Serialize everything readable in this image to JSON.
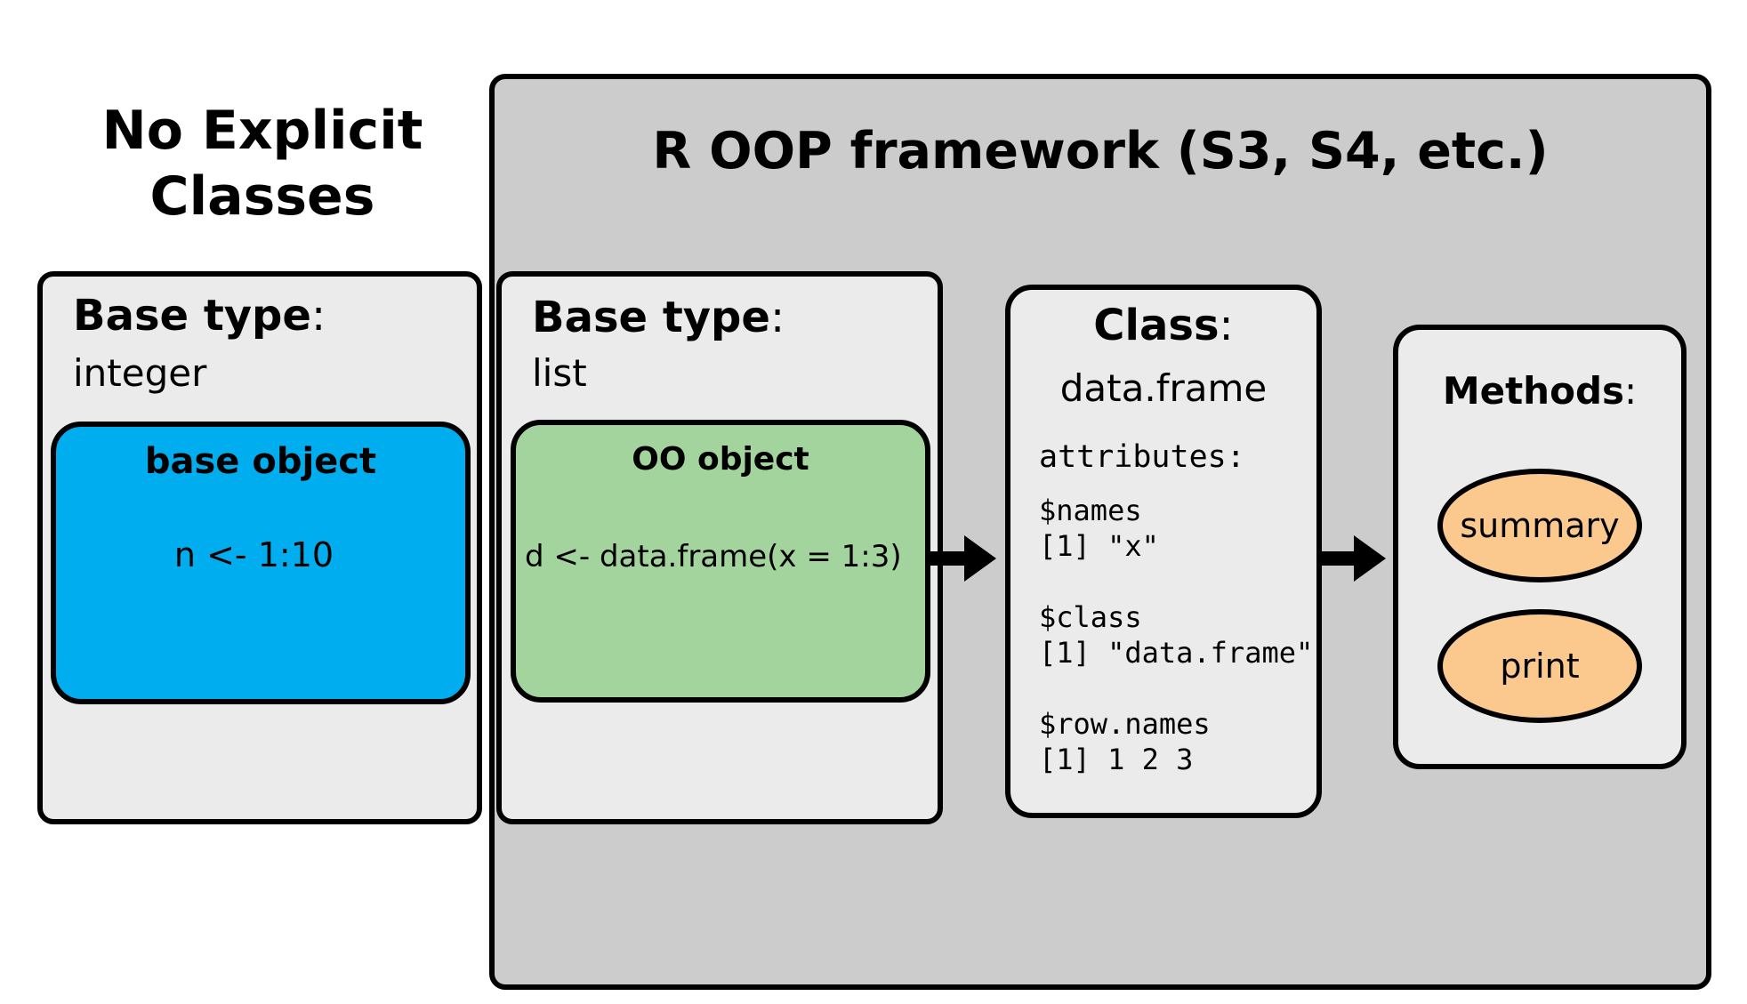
{
  "left": {
    "title": "No Explicit Classes",
    "base_type_label": "Base type",
    "base_type_colon": ":",
    "base_type_value": "integer",
    "object_title": "base object",
    "object_code": "n <- 1:10"
  },
  "framework": {
    "title": "R OOP framework (S3, S4, etc.)",
    "base_type_label": "Base type",
    "base_type_colon": ":",
    "base_type_value": "list",
    "object_title": "OO object",
    "object_code": "d <- data.frame(x = 1:3)",
    "class_label": "Class",
    "class_colon": ":",
    "class_value": "data.frame",
    "attributes_header": "attributes:",
    "attributes": [
      {
        "name": "$names",
        "value": "[1] \"x\""
      },
      {
        "name": "$class",
        "value": "[1] \"data.frame\""
      },
      {
        "name": "$row.names",
        "value": "[1] 1 2 3"
      }
    ],
    "methods_label": "Methods",
    "methods_colon": ":",
    "methods": [
      "summary",
      "print"
    ]
  },
  "colors": {
    "base_object_fill": "#00adee",
    "oo_object_fill": "#a4d49d",
    "method_fill": "#fbc88e",
    "framework_fill": "#cccccc",
    "panel_fill": "#ebebeb"
  }
}
